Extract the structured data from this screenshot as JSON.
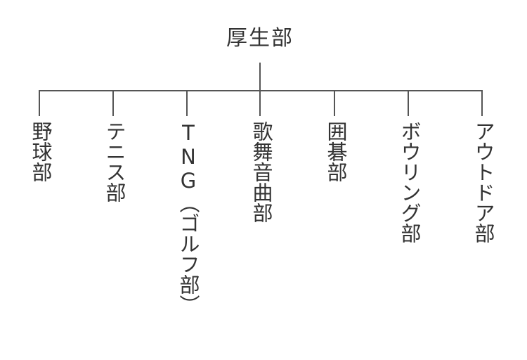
{
  "root": {
    "label": "厚生部"
  },
  "children": [
    {
      "label": "野球部"
    },
    {
      "label": "テニス部"
    },
    {
      "label": "TNG（ゴルフ部）"
    },
    {
      "label": "歌舞音曲部"
    },
    {
      "label": "囲碁部"
    },
    {
      "label": "ボウリング部"
    },
    {
      "label": "アウトドア部"
    }
  ],
  "colors": {
    "line": "#555555",
    "text": "#333333",
    "background": "#ffffff"
  }
}
